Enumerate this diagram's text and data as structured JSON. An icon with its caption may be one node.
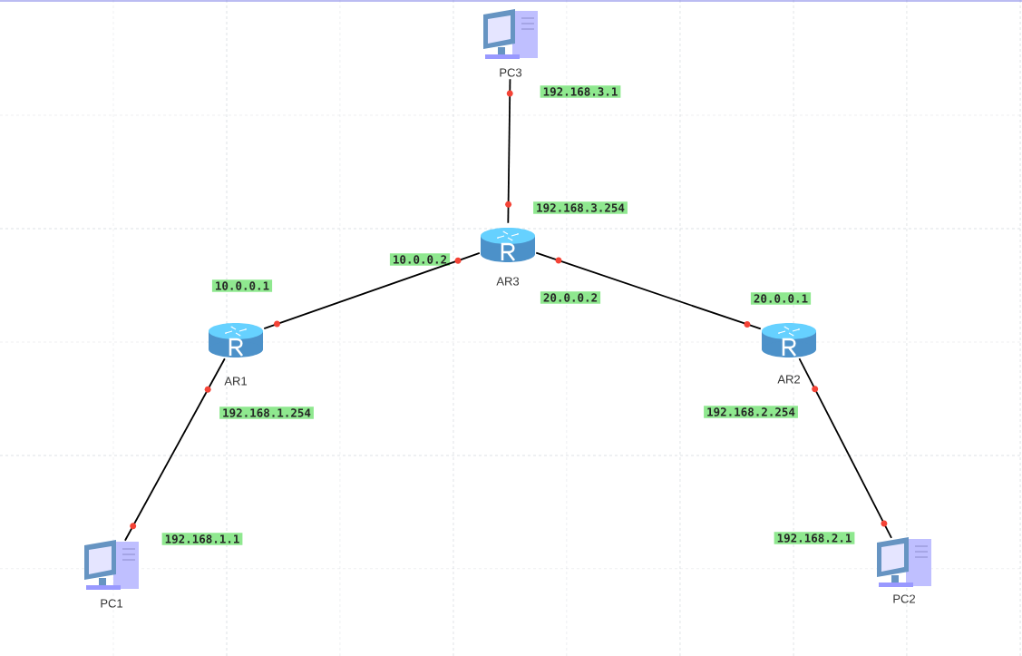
{
  "diagram": {
    "nodes": [
      {
        "text": [
          "PC3"
        ],
        "beside": [
          "192.168.3.1"
        ]
      },
      {
        "text": [
          "AR3"
        ],
        "beside": [
          "192.168.3.254",
          "10.0.0.2",
          "20.0.0.2"
        ]
      },
      {
        "text": [
          "AR1"
        ],
        "beside": [
          "10.0.0.1"
        ]
      },
      {
        "text": [
          "AR2"
        ],
        "beside": [
          "20.0.0.1"
        ]
      },
      {
        "text": [
          "PC1"
        ],
        "beside": [
          "192.168.1.1"
        ]
      },
      {
        "text": [
          "PC2"
        ],
        "beside": [
          "192.168.2.1"
        ]
      }
    ],
    "edges": [
      {
        "from": 0,
        "to": 1,
        "arrow": "none"
      },
      {
        "from": 1,
        "to": 2,
        "arrow": "none"
      },
      {
        "from": 1,
        "to": 3,
        "arrow": "none"
      },
      {
        "from": 2,
        "to": 4,
        "arrow": "none"
      },
      {
        "from": 3,
        "to": 5,
        "arrow": "none"
      }
    ],
    "labels": [
      "192.168.1.254",
      "192.168.2.254"
    ]
  }
}
